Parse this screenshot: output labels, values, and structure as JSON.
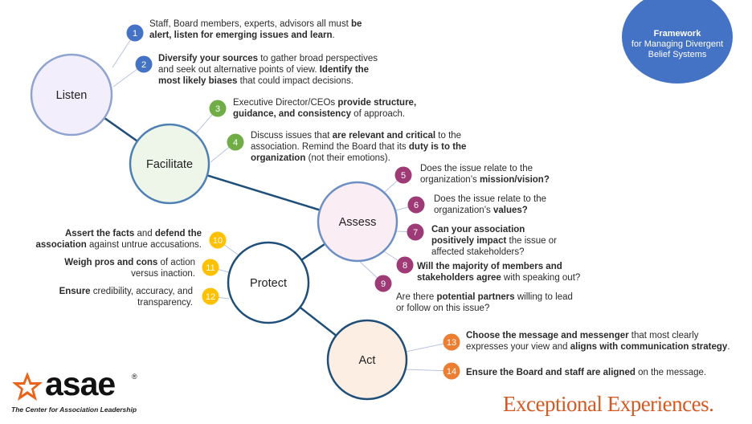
{
  "framework": {
    "line1": "Framework",
    "line2": "for Managing Divergent Belief Systems"
  },
  "stages": [
    {
      "id": "listen",
      "label": "Listen"
    },
    {
      "id": "facilitate",
      "label": "Facilitate"
    },
    {
      "id": "assess",
      "label": "Assess"
    },
    {
      "id": "protect",
      "label": "Protect"
    },
    {
      "id": "act",
      "label": "Act"
    }
  ],
  "colors": {
    "blue": "#4472c4",
    "green": "#70ad47",
    "purple": "#9e3a75",
    "gold": "#ffc000",
    "orange": "#ed7d31",
    "slogan": "#d45a24"
  },
  "items": [
    {
      "n": "1",
      "parts": [
        {
          "t": "Staff, Board members, experts, advisors all must "
        },
        {
          "t": "be alert, listen for emerging issues and learn",
          "b": true
        },
        {
          "t": "."
        }
      ]
    },
    {
      "n": "2",
      "parts": [
        {
          "t": "Diversify your sources",
          "b": true
        },
        {
          "t": " to gather broad perspectives and seek out alternative points of view. "
        },
        {
          "t": "Identify the most likely biases",
          "b": true
        },
        {
          "t": " that could impact decisions."
        }
      ]
    },
    {
      "n": "3",
      "parts": [
        {
          "t": "Executive Director/CEOs "
        },
        {
          "t": "provide structure, guidance, and consistency",
          "b": true
        },
        {
          "t": " of approach."
        }
      ]
    },
    {
      "n": "4",
      "parts": [
        {
          "t": "Discuss issues that "
        },
        {
          "t": "are relevant and critical",
          "b": true
        },
        {
          "t": " to the association. Remind the Board that its "
        },
        {
          "t": "duty is to the organization",
          "b": true
        },
        {
          "t": " (not their emotions)."
        }
      ]
    },
    {
      "n": "5",
      "parts": [
        {
          "t": "Does the issue relate to the organization’s "
        },
        {
          "t": "mission/vision?",
          "b": true
        }
      ]
    },
    {
      "n": "6",
      "parts": [
        {
          "t": "Does the issue relate to the organization’s "
        },
        {
          "t": "values?",
          "b": true
        }
      ]
    },
    {
      "n": "7",
      "parts": [
        {
          "t": "Can your association positively impact",
          "b": true
        },
        {
          "t": " the issue or affected stakeholders?"
        }
      ]
    },
    {
      "n": "8",
      "parts": [
        {
          "t": "Will the majority of members and stakeholders agree",
          "b": true
        },
        {
          "t": " with speaking out?"
        }
      ]
    },
    {
      "n": "9",
      "parts": [
        {
          "t": "Are there "
        },
        {
          "t": "potential partners",
          "b": true
        },
        {
          "t": " willing to lead or follow on this issue?"
        }
      ]
    },
    {
      "n": "10",
      "parts": [
        {
          "t": "Assert the facts",
          "b": true
        },
        {
          "t": " and "
        },
        {
          "t": "defend the association",
          "b": true
        },
        {
          "t": " against untrue accusations."
        }
      ]
    },
    {
      "n": "11",
      "parts": [
        {
          "t": "Weigh pros and cons",
          "b": true
        },
        {
          "t": " of action versus inaction."
        }
      ]
    },
    {
      "n": "12",
      "parts": [
        {
          "t": "Ensure",
          "b": true
        },
        {
          "t": " credibility, accuracy, and transparency."
        }
      ]
    },
    {
      "n": "13",
      "parts": [
        {
          "t": "Choose the message and messenger",
          "b": true
        },
        {
          "t": " that most clearly expresses your view and "
        },
        {
          "t": "aligns with communication strategy",
          "b": true
        },
        {
          "t": "."
        }
      ]
    },
    {
      "n": "14",
      "parts": [
        {
          "t": "Ensure the Board and staff are aligned",
          "b": true
        },
        {
          "t": " on the message."
        }
      ]
    }
  ],
  "logo": {
    "word": "asae",
    "reg": "®",
    "tagline": "The Center for Association Leadership"
  },
  "slogan": "Exceptional Experiences."
}
